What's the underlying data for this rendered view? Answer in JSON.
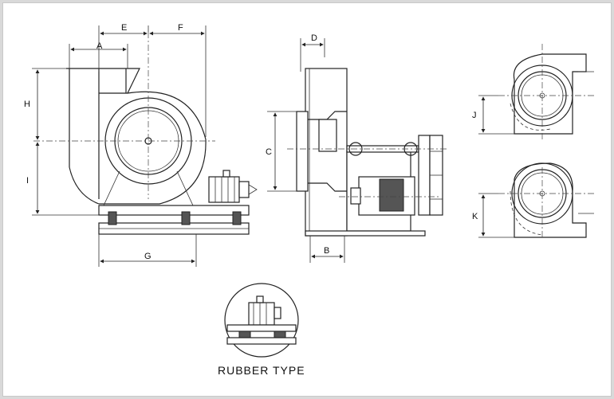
{
  "labels": {
    "A": "A",
    "B": "B",
    "C": "C",
    "D": "D",
    "E": "E",
    "F": "F",
    "G": "G",
    "H": "H",
    "I": "I",
    "J": "J",
    "K": "K"
  },
  "caption": "RUBBER TYPE",
  "colors": {
    "line": "#222222",
    "background": "#ffffff",
    "border": "#d9d9d9"
  }
}
